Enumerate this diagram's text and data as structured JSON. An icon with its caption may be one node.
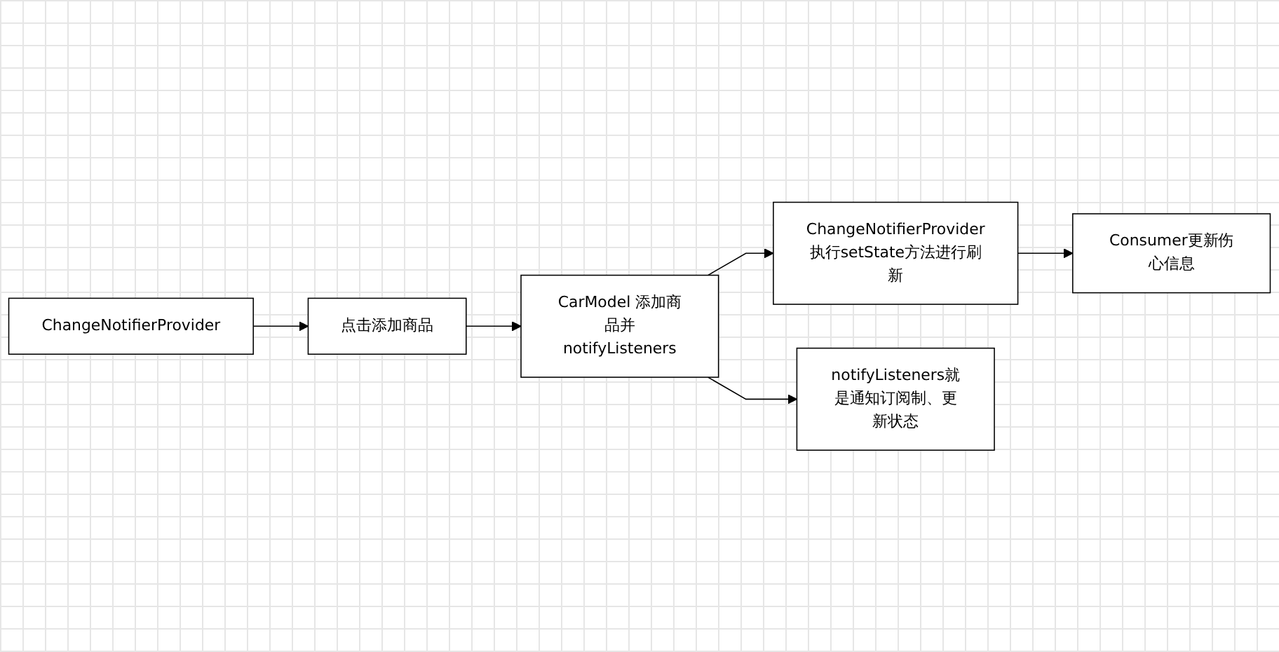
{
  "diagram": {
    "nodes": [
      {
        "text": [
          "ChangeNotifierProvider"
        ]
      },
      {
        "text": [
          "点击添加商品"
        ]
      },
      {
        "text": [
          "CarModel 添加商品并notifyListeners"
        ]
      },
      {
        "text": [
          "ChangeNotifierProvider执行setState方法进行刷新"
        ]
      },
      {
        "text": [
          "Consumer更新伤心信息"
        ]
      },
      {
        "text": [
          "notifyListeners就是通知订阅制、更新状态"
        ]
      }
    ],
    "edges": [
      {
        "from": 0,
        "to": 1,
        "arrow": "to"
      },
      {
        "from": 1,
        "to": 2,
        "arrow": "to"
      },
      {
        "from": 2,
        "to": 3,
        "arrow": "to"
      },
      {
        "from": 3,
        "to": 4,
        "arrow": "to"
      },
      {
        "from": 2,
        "to": 5,
        "arrow": "to"
      }
    ]
  }
}
